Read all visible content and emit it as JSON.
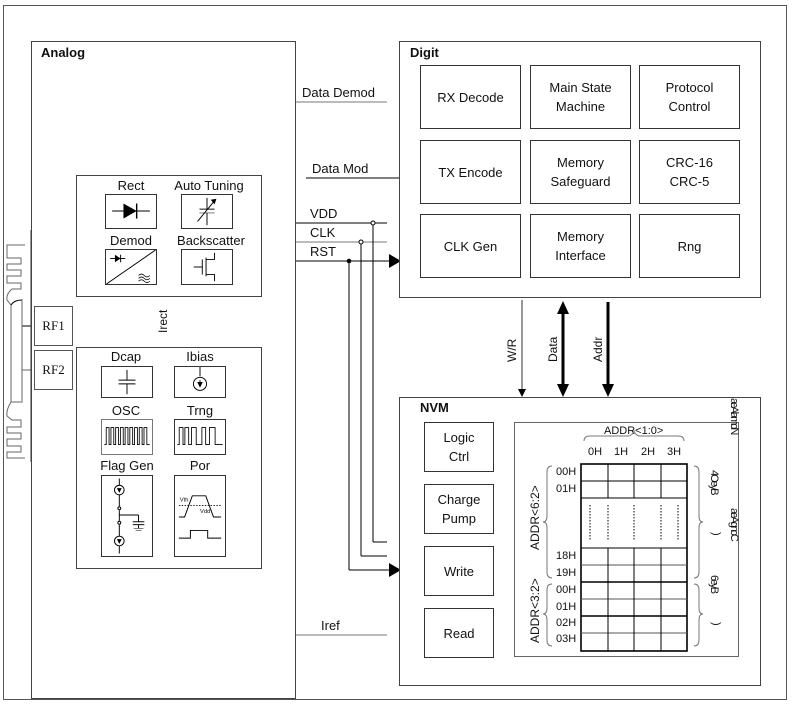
{
  "analog": {
    "title": "Analog",
    "frontend": {
      "items": [
        {
          "label": "Rect",
          "icon": "diode-icon"
        },
        {
          "label": "Auto Tuning",
          "icon": "variable-capacitor-icon"
        },
        {
          "label": "Demod",
          "icon": "demodulator-icon"
        },
        {
          "label": "Backscatter",
          "icon": "mosfet-icon"
        }
      ]
    },
    "irect_label": "Irect",
    "support": {
      "items": [
        {
          "label": "Dcap",
          "icon": "capacitor-icon"
        },
        {
          "label": "Ibias",
          "icon": "current-source-icon"
        },
        {
          "label": "OSC",
          "icon": "square-wave-icon"
        },
        {
          "label": "Trng",
          "icon": "random-wave-icon"
        },
        {
          "label": "Flag Gen",
          "icon": "flag-gen-circuit-icon"
        },
        {
          "label": "Por",
          "icon": "power-on-reset-icon"
        }
      ],
      "por_vth": "Vth",
      "por_vdd": "Vdd"
    }
  },
  "antenna": {
    "rf1": "RF1",
    "rf2": "RF2"
  },
  "signals": {
    "data_demod": "Data Demod",
    "data_mod": "Data Mod",
    "vdd": "VDD",
    "clk": "CLK",
    "rst": "RST",
    "iref": "Iref",
    "wr": "W/R",
    "data": "Data",
    "addr": "Addr"
  },
  "digit": {
    "title": "Digit",
    "cells": [
      "RX Decode",
      "Main State\nMachine",
      "Protocol\nControl",
      "TX Encode",
      "Memory\nSafeguard",
      "CRC-16\nCRC-5",
      "CLK Gen",
      "Memory\nInterface",
      "Rng"
    ]
  },
  "nvm": {
    "title": "NVM",
    "cells": [
      "Logic\nCtrl",
      "Charge\nPump",
      "Write",
      "Read"
    ],
    "memory": {
      "col_group_label": "ADDR<1:0>",
      "columns": [
        "0H",
        "1H",
        "2H",
        "3H"
      ],
      "normal_group_label": "ADDR<6:2>",
      "normal_rows": [
        "00H",
        "01H",
        "18H",
        "19H"
      ],
      "config_group_label": "ADDR<3:2>",
      "config_rows": [
        "00H",
        "01H",
        "02H",
        "03H"
      ],
      "side_text_1": "aeAlamoN",
      "side_text_2": "4OeyB",
      "side_text_3": ")",
      "side_text_4": "aeAgnoC",
      "side_text_5": "6eyB",
      "side_text_6": ")"
    }
  }
}
